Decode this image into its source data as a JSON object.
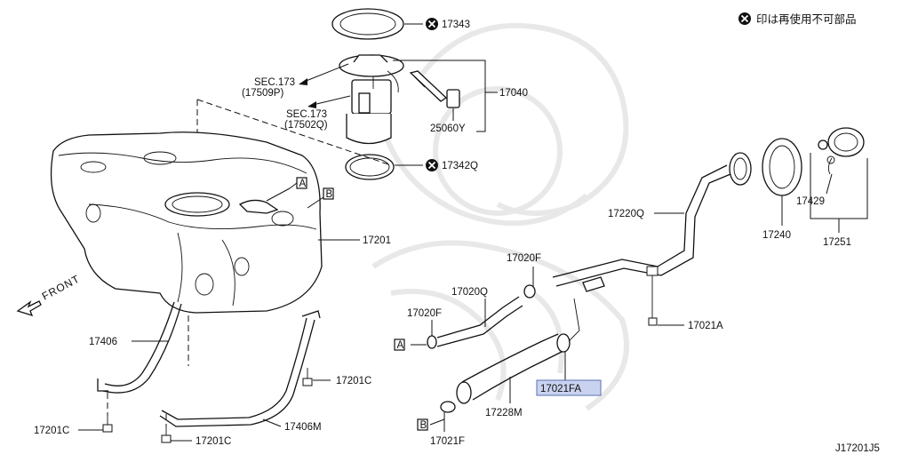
{
  "notice": {
    "symbol": "x-circle-icon",
    "text": "印は再使用不可部品"
  },
  "diagram_code": "J17201J5",
  "front_label": "FRONT",
  "highlight_color": "#c9d3f0",
  "callouts": {
    "p17343": "17343",
    "p17040": "17040",
    "sec173a": "SEC.173",
    "sec173a_sub": "(17509P)",
    "sec173b": "SEC.173",
    "sec173b_sub": "(17502Q)",
    "p25060Y": "25060Y",
    "p17342Q": "17342Q",
    "p17201": "17201",
    "p17220Q": "17220Q",
    "p17429": "17429",
    "p17240": "17240",
    "p17251": "17251",
    "p17020F_top": "17020F",
    "p17020Q": "17020Q",
    "p17020F_left": "17020F",
    "p17021A": "17021A",
    "p17406": "17406",
    "p17201C_mid": "17201C",
    "p17021FA": "17021FA",
    "p17228M": "17228M",
    "p17406M": "17406M",
    "p17201C_left": "17201C",
    "p17201C_bottom": "17201C",
    "p17021F": "17021F"
  },
  "ref_markers": {
    "a_top": "A",
    "b_top": "B",
    "a_bottom": "A",
    "b_bottom": "B"
  }
}
